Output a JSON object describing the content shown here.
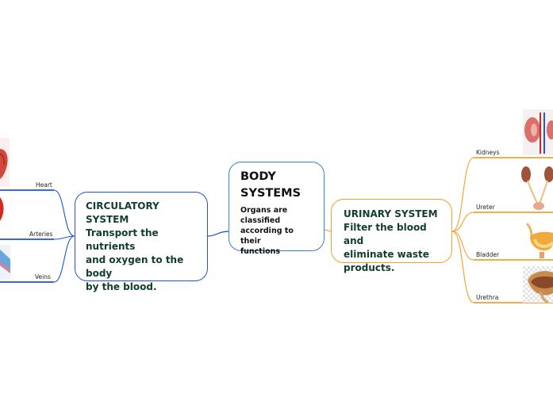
{
  "center": {
    "title_line1": "BODY",
    "title_line2": "SYSTEMS",
    "sub_line1": "Organs are",
    "sub_line2": "classified",
    "sub_line3": "according to their",
    "sub_line4": "functions"
  },
  "circulatory": {
    "line1": "CIRCULATORY SYSTEM",
    "line2": "Transport the",
    "line3": "nutrients",
    "line4": "and oxygen to the",
    "line5": "body",
    "line6": "by the blood.",
    "children": [
      "Heart",
      "Arteries",
      "Veins"
    ]
  },
  "urinary": {
    "line1": "URINARY SYSTEM",
    "line2": "Filter the blood and",
    "line3": "eliminate waste",
    "line4": "products.",
    "children": [
      "Kidneys",
      "Ureter",
      "Bladder",
      "Urethra"
    ]
  },
  "colors": {
    "center_border": "#3a7fd1",
    "circulatory_branch": "#1d55d6",
    "urinary_branch": "#f0a030",
    "node_text": "#123d2c"
  },
  "icons": [
    "heart-image",
    "artery-image",
    "vein-image",
    "kidneys-image",
    "ureter-image",
    "bladder-image",
    "urethra-image"
  ]
}
